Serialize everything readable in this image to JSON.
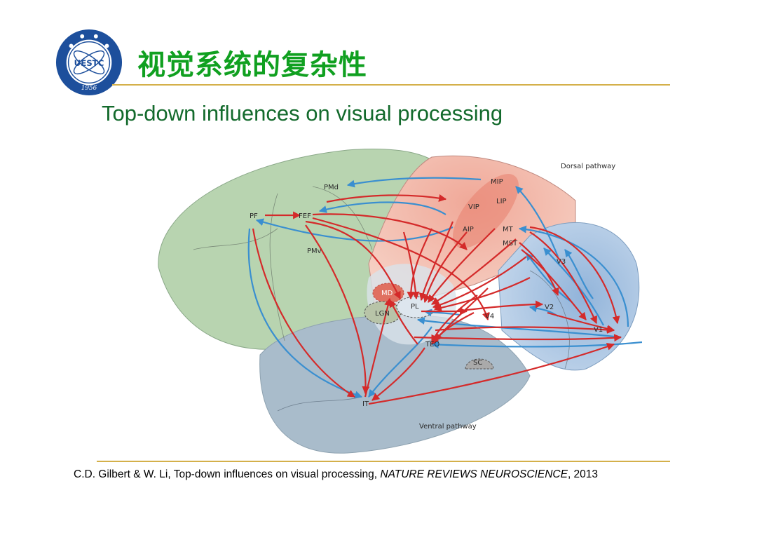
{
  "title": "视觉系统的复杂性",
  "subtitle": "Top-down influences on visual processing",
  "logo": {
    "center_text": "UESTC",
    "year": "1956"
  },
  "diagram": {
    "pathways": {
      "dorsal": "Dorsal pathway",
      "ventral": "Ventral pathway"
    },
    "areas": {
      "PMd": "PMd",
      "PF": "PF",
      "FEF": "FEF",
      "PMv": "PMv",
      "MIP": "MIP",
      "VIP": "VIP",
      "LIP": "LIP",
      "AIP": "AIP",
      "MT": "MT",
      "MST": "MST",
      "V3": "V3",
      "MD": "MD",
      "PL": "PL",
      "LGN": "LGN",
      "V4": "V4",
      "V2": "V2",
      "V1": "V1",
      "TEO": "TEO",
      "SC": "SC",
      "IT": "IT"
    },
    "colors": {
      "feedforward": "#3a8fd0",
      "feedback": "#d42a2a"
    }
  },
  "citation": {
    "prefix": "C.D. Gilbert & W. Li, Top-down influences on visual processing, ",
    "journal": "NATURE REVIEWS NEUROSCIENCE",
    "suffix": ", 2013"
  }
}
